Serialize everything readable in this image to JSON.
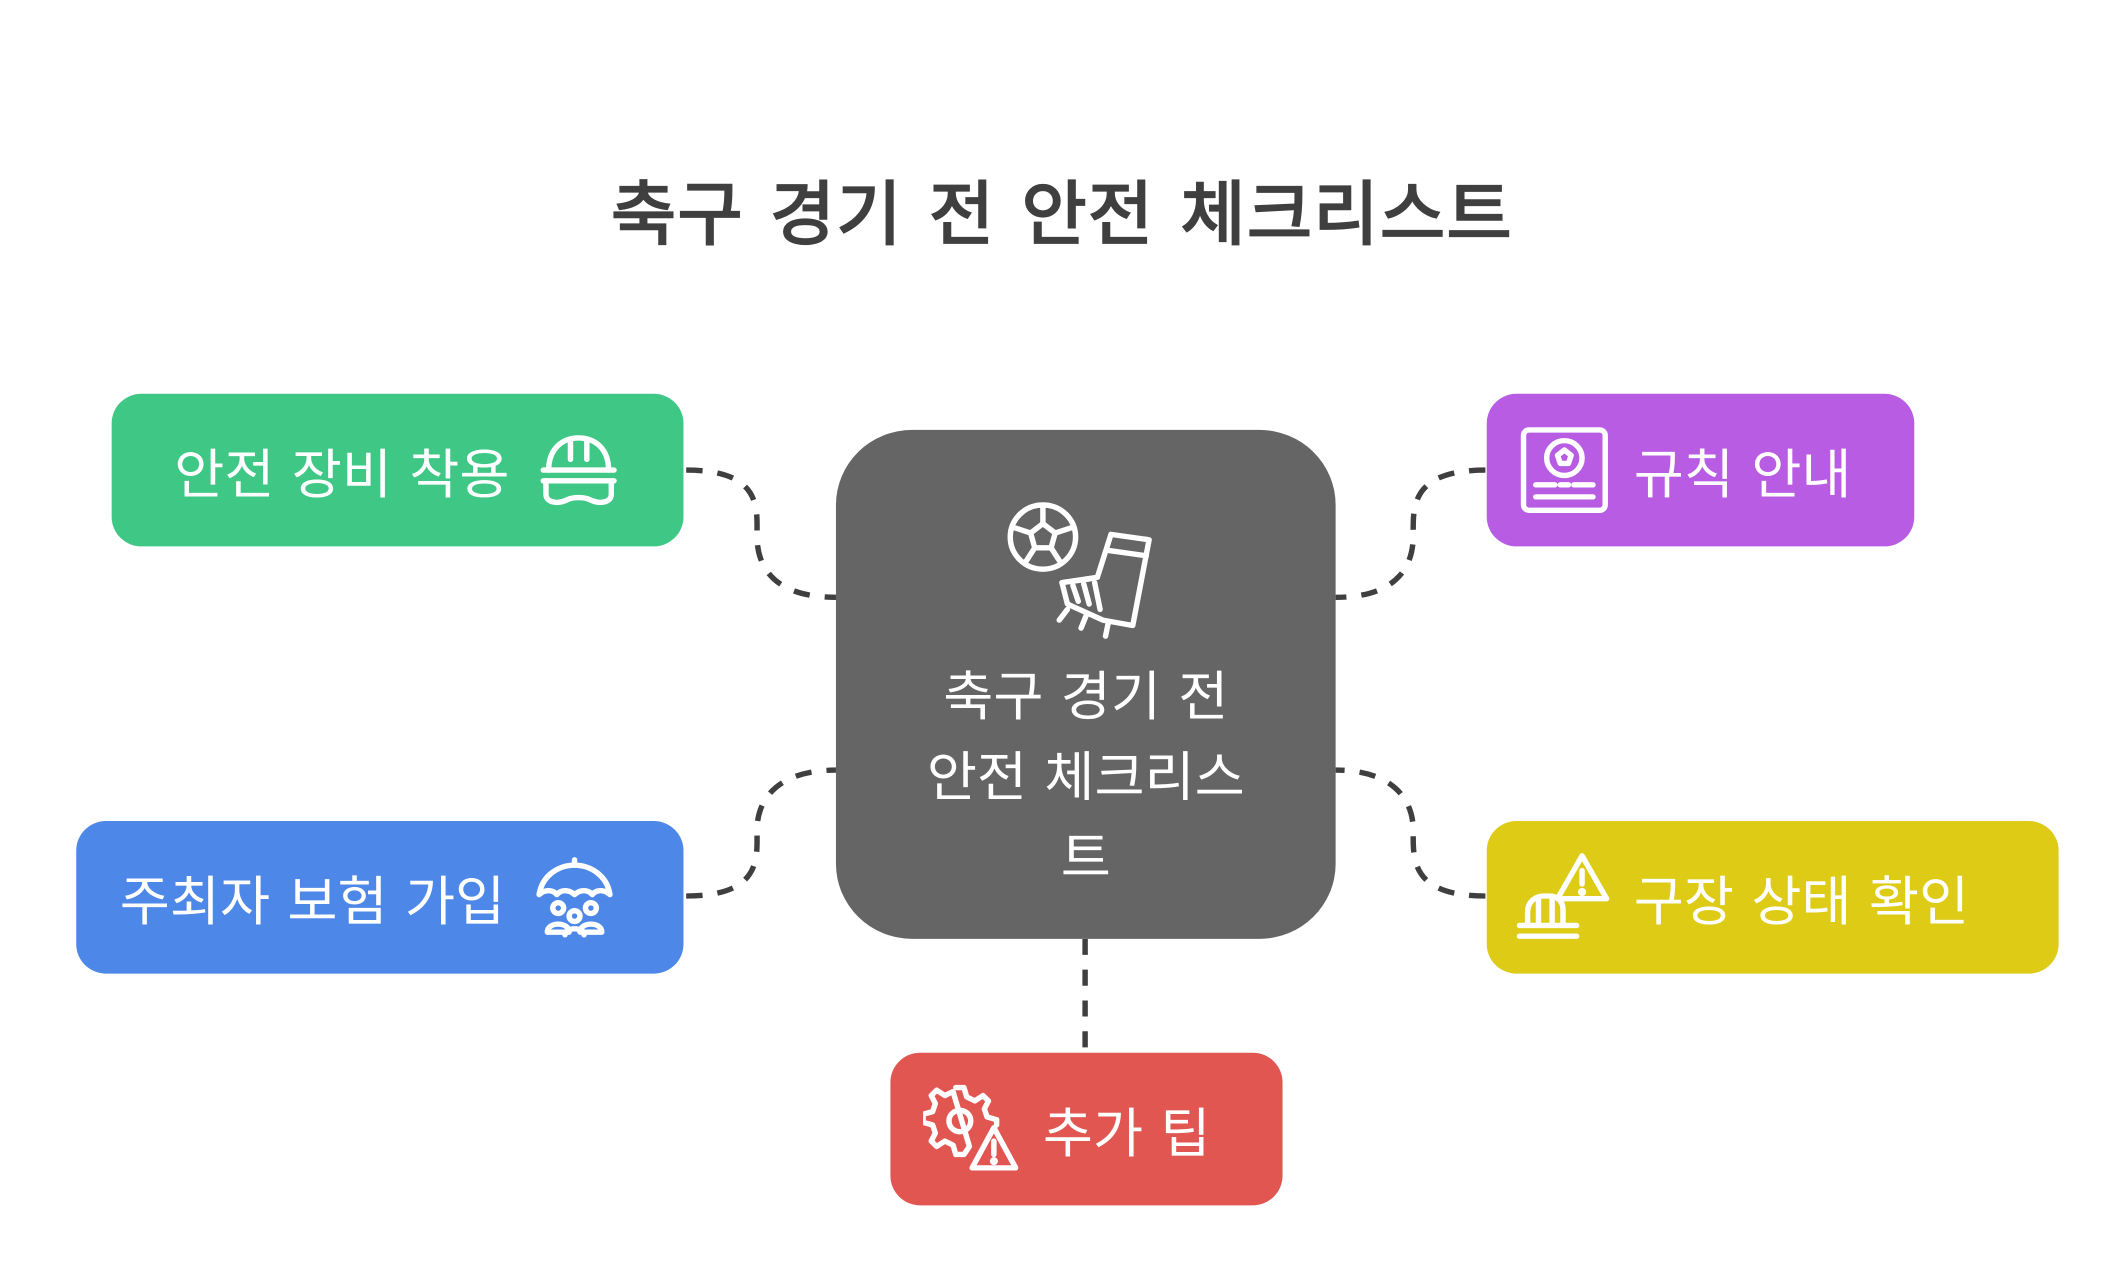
{
  "title": "축구 경기 전 안전 체크리스트",
  "center": {
    "label_lines": [
      "축구 경기 전",
      "안전 체크리스",
      "트"
    ],
    "icon": "soccer-ball-and-cleat-icon",
    "color": "#656565"
  },
  "branches": {
    "safety_gear": {
      "label": "안전 장비 착용",
      "icon": "hard-hat-icon",
      "color": "#3ec785"
    },
    "insurance": {
      "label": "주최자 보험 가입",
      "icon": "umbrella-people-icon",
      "color": "#4d87e8"
    },
    "rules": {
      "label": "규칙 안내",
      "icon": "soccer-rulebook-icon",
      "color": "#b75ce3"
    },
    "field": {
      "label": "구장 상태 확인",
      "icon": "field-warning-icon",
      "color": "#ddcb16"
    },
    "tips": {
      "label": "추가 팁",
      "icon": "gear-warning-icon",
      "color": "#e25652"
    }
  },
  "connector_color": "#3f3f3f"
}
